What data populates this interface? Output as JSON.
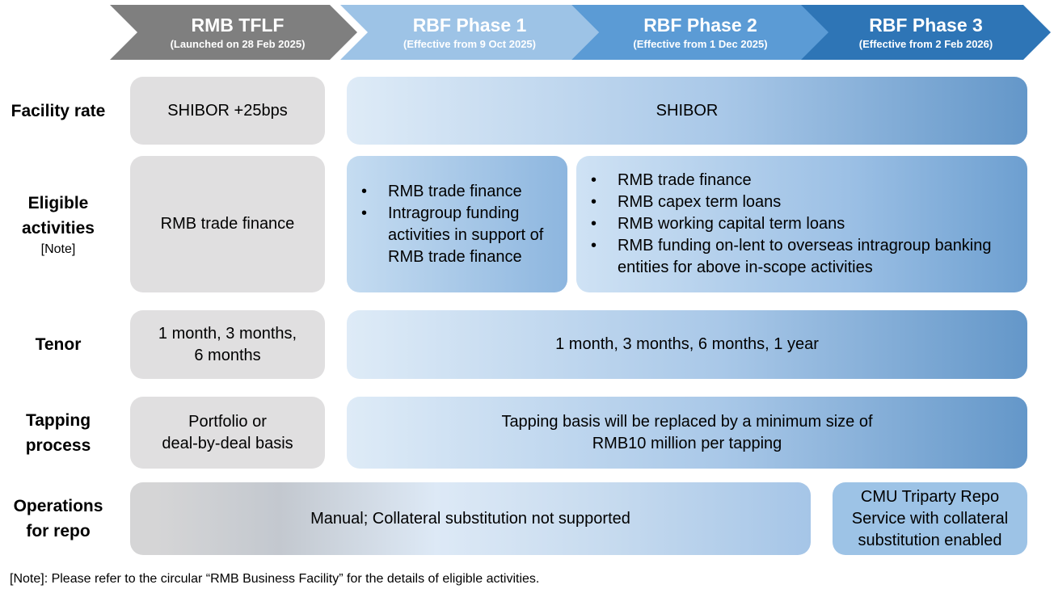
{
  "phases": [
    {
      "title": "RMB TFLF",
      "subtitle": "(Launched on 28 Feb 2025)"
    },
    {
      "title": "RBF Phase 1",
      "subtitle": "(Effective from 9 Oct 2025)"
    },
    {
      "title": "RBF Phase 2",
      "subtitle": "(Effective from 1 Dec 2025)"
    },
    {
      "title": "RBF Phase 3",
      "subtitle": "(Effective from 2 Feb 2026)"
    }
  ],
  "rows": {
    "facility_rate": {
      "label": "Facility rate",
      "tflf": "SHIBOR +25bps",
      "rbf": "SHIBOR"
    },
    "eligible_activities": {
      "label_line1": "Eligible",
      "label_line2": "activities",
      "label_note": "[Note]",
      "tflf": "RMB trade finance",
      "phase1_items": [
        "RMB trade finance",
        "Intragroup funding activities in support of RMB trade finance"
      ],
      "phase2_items": [
        "RMB trade finance",
        "RMB capex term loans",
        "RMB working capital term loans",
        "RMB funding on-lent to overseas intragroup banking entities for above in-scope activities"
      ]
    },
    "tenor": {
      "label": "Tenor",
      "tflf_line1": "1 month, 3 months,",
      "tflf_line2": "6 months",
      "rbf": "1 month, 3 months, 6 months, 1 year"
    },
    "tapping_process": {
      "label_line1": "Tapping",
      "label_line2": "process",
      "tflf_line1": "Portfolio or",
      "tflf_line2": "deal-by-deal basis",
      "rbf_line1": "Tapping basis will be replaced by a minimum size of",
      "rbf_line2": "RMB10 million per tapping"
    },
    "operations_for_repo": {
      "label_line1": "Operations",
      "label_line2": "for repo",
      "manual": "Manual; Collateral substitution not supported",
      "phase3_line1": "CMU Triparty Repo",
      "phase3_line2": "Service with collateral",
      "phase3_line3": "substitution enabled"
    }
  },
  "footnote": "[Note]: Please refer to the circular “RMB Business Facility” for the details of eligible activities.",
  "colors": {
    "tflf_header": "#7f7f7f",
    "phase1_header": "#9dc3e6",
    "phase2_header": "#5b9bd5",
    "phase3_header": "#2e75b6",
    "grey_box": "#e0dfe0"
  }
}
